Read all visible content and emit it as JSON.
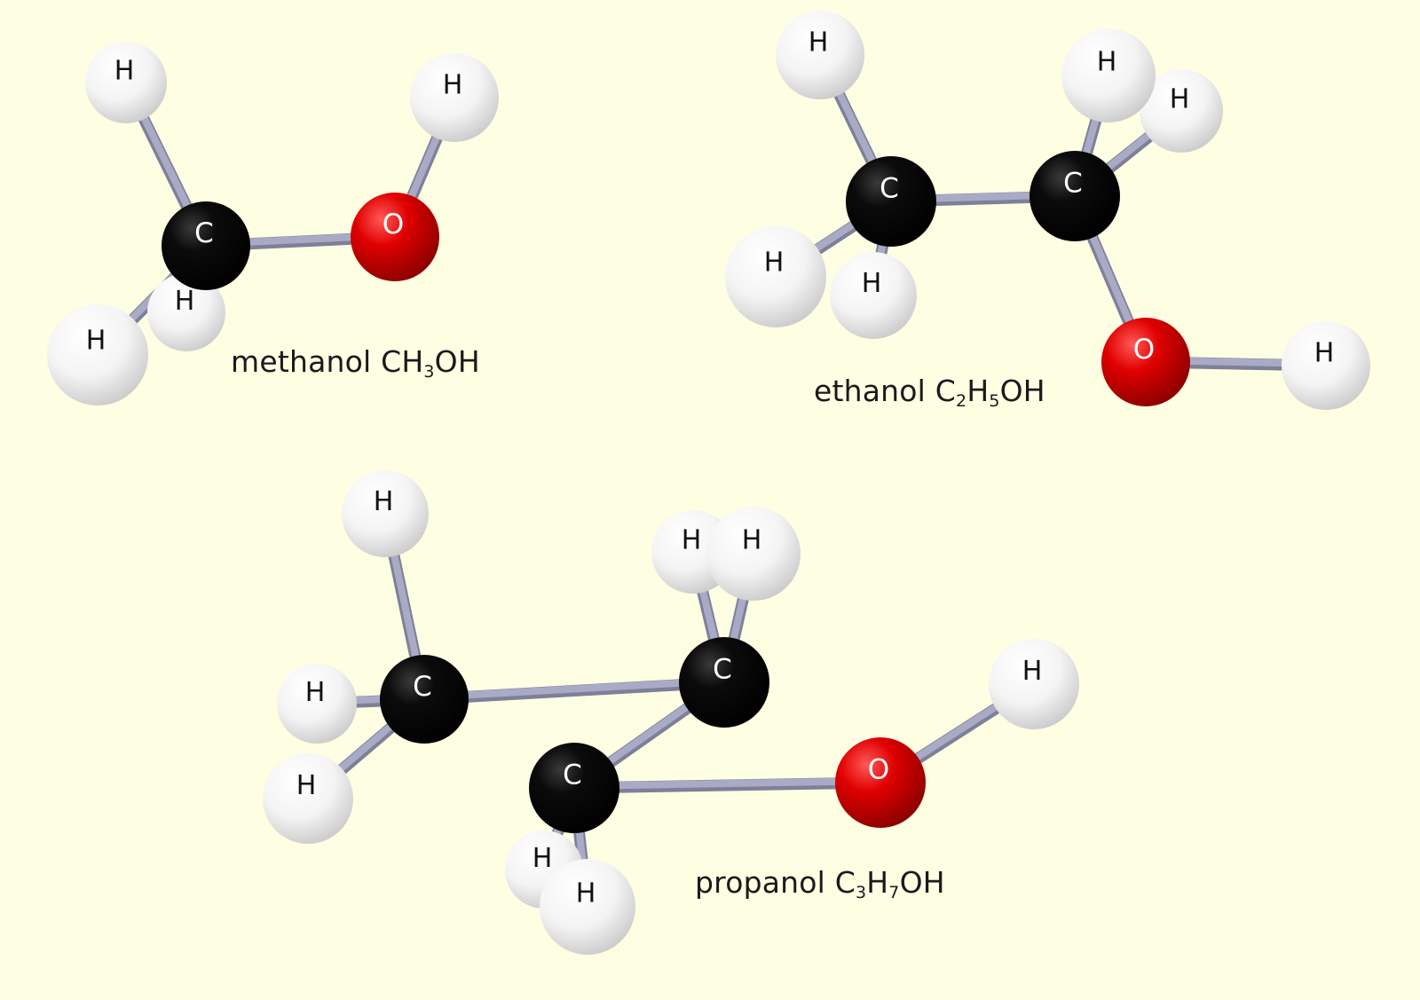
{
  "colors": {
    "background": "#fefee3",
    "hydrogen": "#f4f4f4",
    "carbon": "#0b0b0b",
    "oxygen": "#e00000",
    "bond": "#a9abc6"
  },
  "molecules": [
    {
      "id": "methanol",
      "name": "methanol",
      "formula": [
        {
          "text": "CH",
          "sub": false
        },
        {
          "text": "3",
          "sub": true
        },
        {
          "text": "OH",
          "sub": false
        }
      ],
      "atoms": [
        {
          "element": "H",
          "label": "H"
        },
        {
          "element": "H",
          "label": "H"
        },
        {
          "element": "C",
          "label": "C"
        },
        {
          "element": "O",
          "label": "O"
        },
        {
          "element": "H",
          "label": "H"
        },
        {
          "element": "H",
          "label": "H"
        }
      ],
      "bonds": [
        [
          2,
          0
        ],
        [
          2,
          1
        ],
        [
          2,
          3
        ],
        [
          3,
          4
        ],
        [
          2,
          5
        ]
      ]
    },
    {
      "id": "ethanol",
      "name": "ethanol",
      "formula": [
        {
          "text": "C",
          "sub": false
        },
        {
          "text": "2",
          "sub": true
        },
        {
          "text": "H",
          "sub": false
        },
        {
          "text": "5",
          "sub": true
        },
        {
          "text": "OH",
          "sub": false
        }
      ],
      "atoms": [
        {
          "element": "H",
          "label": "H"
        },
        {
          "element": "C",
          "label": "C"
        },
        {
          "element": "H",
          "label": "H"
        },
        {
          "element": "H",
          "label": "H"
        },
        {
          "element": "H",
          "label": "H"
        },
        {
          "element": "H",
          "label": "H"
        },
        {
          "element": "C",
          "label": "C"
        },
        {
          "element": "O",
          "label": "O"
        },
        {
          "element": "H",
          "label": "H"
        }
      ],
      "bonds": [
        [
          1,
          0
        ],
        [
          1,
          2
        ],
        [
          1,
          3
        ],
        [
          1,
          6
        ],
        [
          6,
          4
        ],
        [
          6,
          5
        ],
        [
          6,
          7
        ],
        [
          7,
          8
        ]
      ]
    },
    {
      "id": "propanol",
      "name": "propanol",
      "formula": [
        {
          "text": "C",
          "sub": false
        },
        {
          "text": "3",
          "sub": true
        },
        {
          "text": "H",
          "sub": false
        },
        {
          "text": "7",
          "sub": true
        },
        {
          "text": "OH",
          "sub": false
        }
      ],
      "atoms": [
        {
          "element": "H",
          "label": "H"
        },
        {
          "element": "H",
          "label": "H"
        },
        {
          "element": "C",
          "label": "C"
        },
        {
          "element": "H",
          "label": "H"
        },
        {
          "element": "H",
          "label": "H"
        },
        {
          "element": "H",
          "label": "H"
        },
        {
          "element": "C",
          "label": "C"
        },
        {
          "element": "H",
          "label": "H"
        },
        {
          "element": "H",
          "label": "H"
        },
        {
          "element": "C",
          "label": "C"
        },
        {
          "element": "O",
          "label": "O"
        },
        {
          "element": "H",
          "label": "H"
        }
      ],
      "bonds": [
        [
          2,
          0
        ],
        [
          2,
          1
        ],
        [
          2,
          3
        ],
        [
          2,
          6
        ],
        [
          6,
          4
        ],
        [
          6,
          5
        ],
        [
          6,
          9
        ],
        [
          9,
          7
        ],
        [
          9,
          8
        ],
        [
          9,
          10
        ],
        [
          10,
          11
        ]
      ]
    }
  ]
}
